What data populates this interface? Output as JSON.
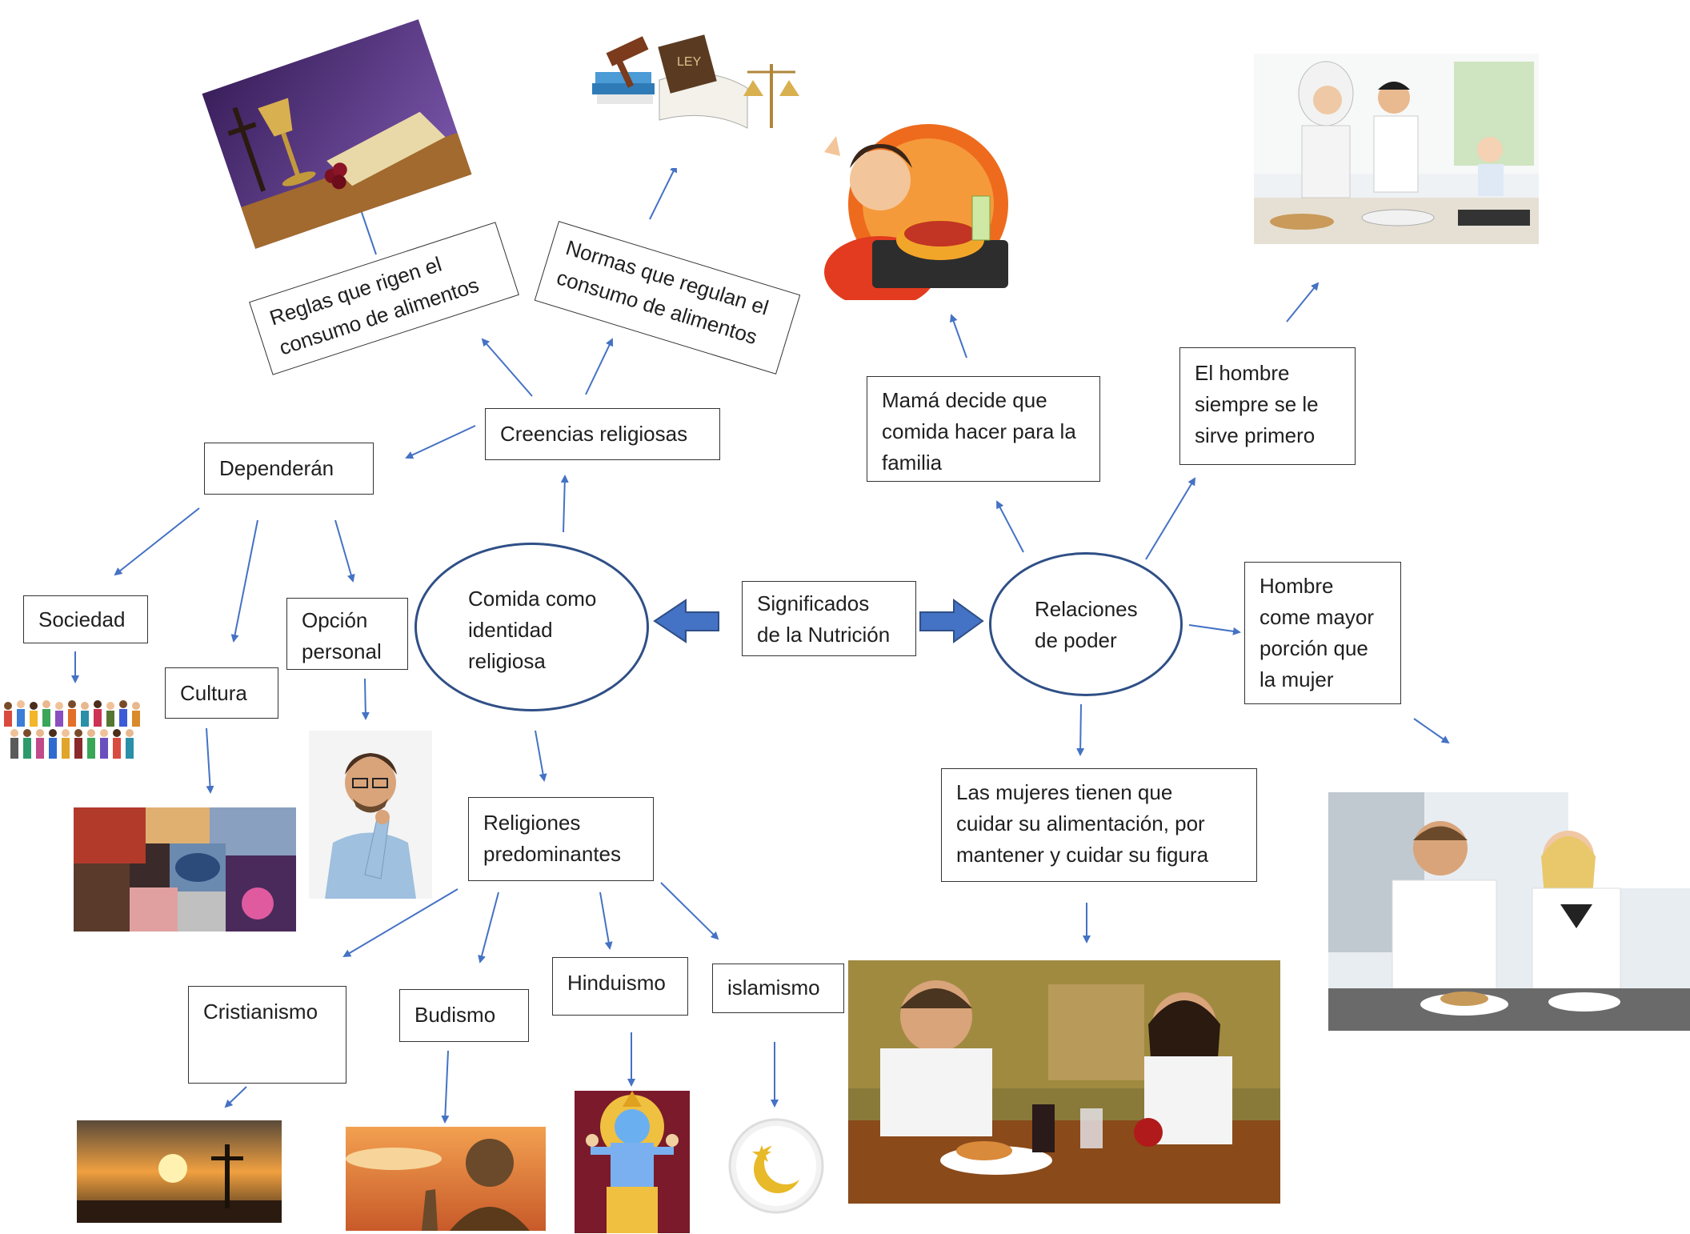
{
  "center": {
    "nutrition": "Significados\nde la Nutrición",
    "religion_hub": "Comida como\nidentidad\nreligiosa",
    "power_hub": "Relaciones\nde poder"
  },
  "religion_side": {
    "beliefs": "Creencias religiosas",
    "rules": "Reglas que rigen el\nconsumo de alimentos",
    "norms": "Normas que regulan el\nconsumo de alimentos",
    "depend": "Dependerán",
    "society": "Sociedad",
    "culture": "Cultura",
    "personal": "Opción\npersonal",
    "predominant": "Religiones\npredominantes",
    "christianity": "Cristianismo",
    "buddhism": "Budismo",
    "hinduism": "Hinduismo",
    "islam": "islamismo"
  },
  "power_side": {
    "mom": "Mamá decide que\ncomida hacer para la\nfamilia",
    "man_first": "El hombre\nsiempre se le\nsirve primero",
    "man_more": "Hombre\ncome mayor\nporción que\nla mujer",
    "women": "Las mujeres tienen que\ncuidar su alimentación, por\nmantener y cuidar su figura"
  },
  "images": {
    "law_book_text": "LEY"
  },
  "colors": {
    "arrow": "#4472c4",
    "block_arrow": "#4472c4",
    "ellipse_border": "#2f4f86",
    "box_border": "#333333"
  }
}
